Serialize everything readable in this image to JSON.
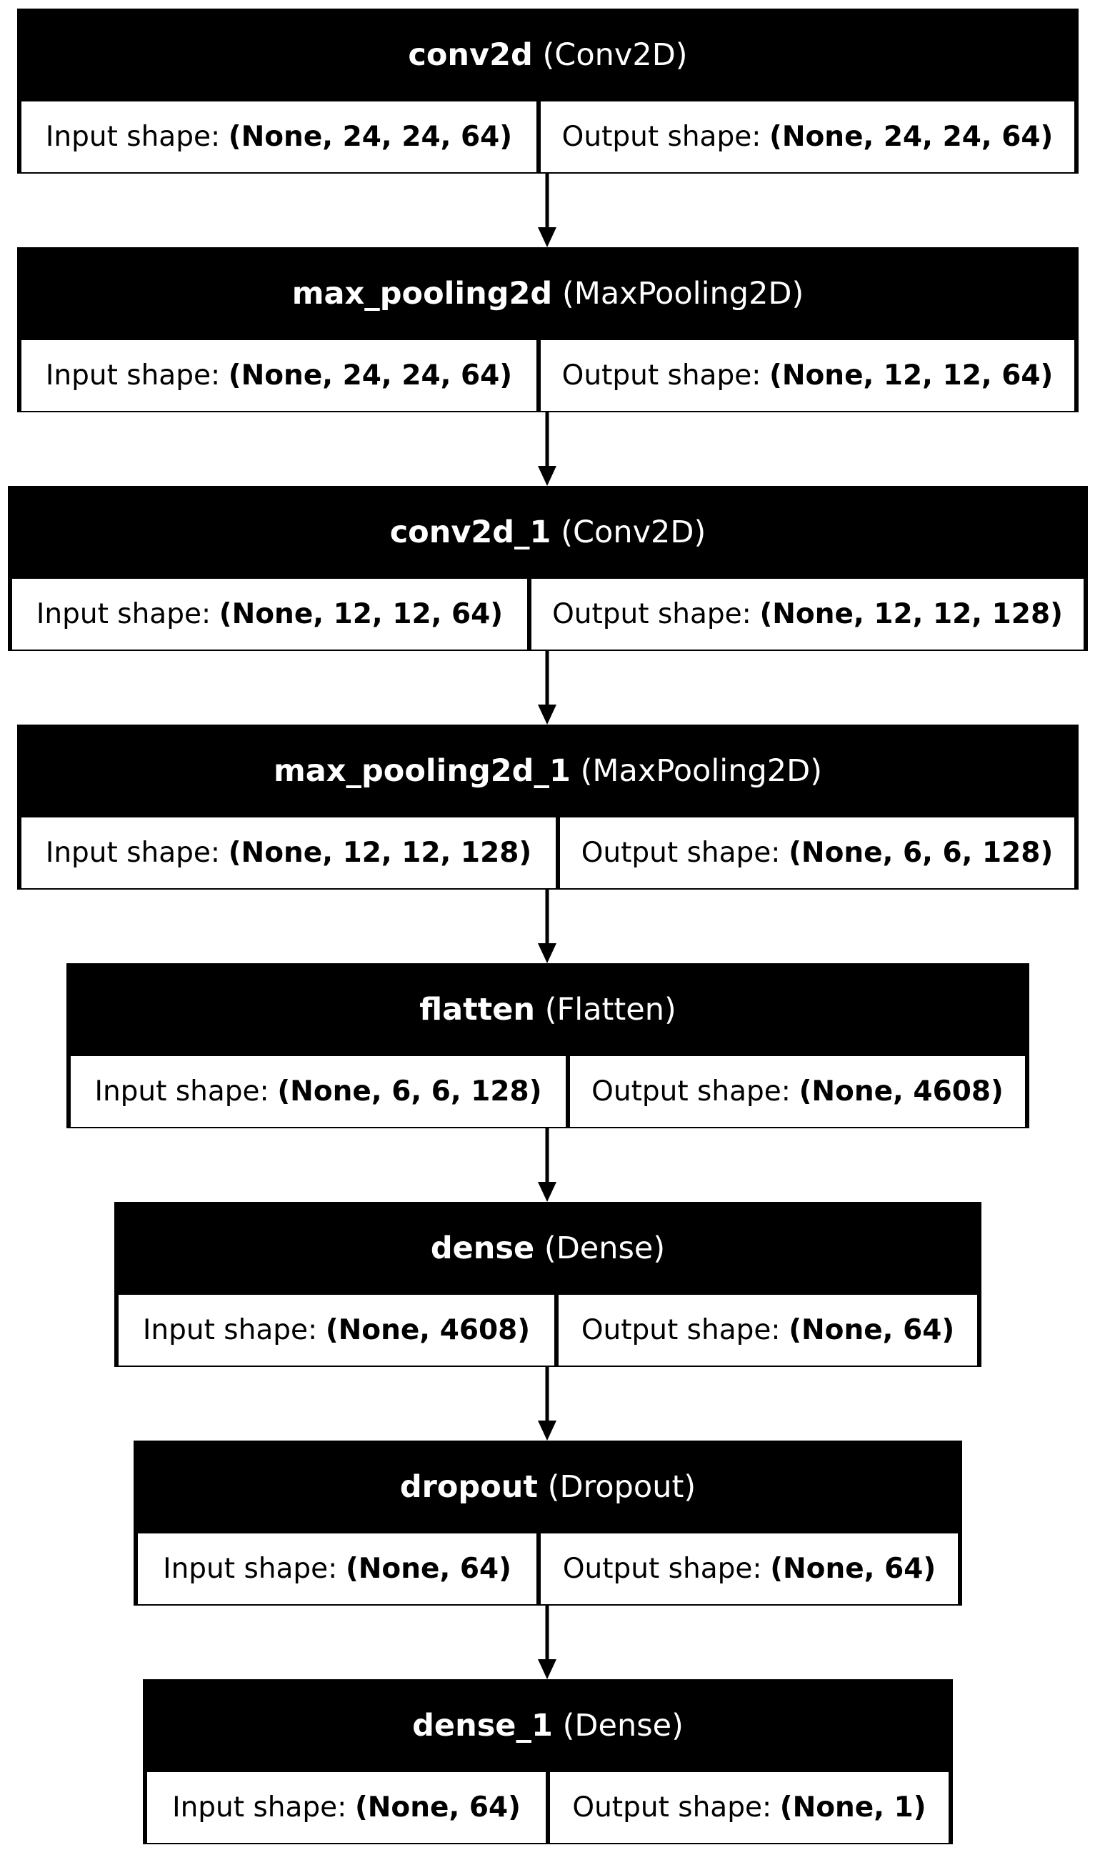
{
  "diagram": {
    "input_label": "Input shape:",
    "output_label": "Output shape:",
    "layers": [
      {
        "name": "conv2d",
        "type": "(Conv2D)",
        "input_shape": "(None, 24, 24, 64)",
        "output_shape": "(None, 24, 24, 64)"
      },
      {
        "name": "max_pooling2d",
        "type": "(MaxPooling2D)",
        "input_shape": "(None, 24, 24, 64)",
        "output_shape": "(None, 12, 12, 64)"
      },
      {
        "name": "conv2d_1",
        "type": "(Conv2D)",
        "input_shape": "(None, 12, 12, 64)",
        "output_shape": "(None, 12, 12, 128)"
      },
      {
        "name": "max_pooling2d_1",
        "type": "(MaxPooling2D)",
        "input_shape": "(None, 12, 12, 128)",
        "output_shape": "(None, 6, 6, 128)"
      },
      {
        "name": "flatten",
        "type": "(Flatten)",
        "input_shape": "(None, 6, 6, 128)",
        "output_shape": "(None, 4608)"
      },
      {
        "name": "dense",
        "type": "(Dense)",
        "input_shape": "(None, 4608)",
        "output_shape": "(None, 64)"
      },
      {
        "name": "dropout",
        "type": "(Dropout)",
        "input_shape": "(None, 64)",
        "output_shape": "(None, 64)"
      },
      {
        "name": "dense_1",
        "type": "(Dense)",
        "input_shape": "(None, 64)",
        "output_shape": "(None, 1)"
      }
    ]
  }
}
